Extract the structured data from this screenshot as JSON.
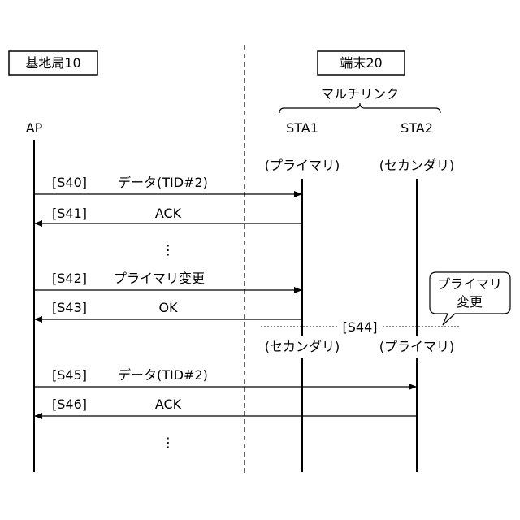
{
  "groups": {
    "base_station": "基地局10",
    "terminal": "端末20",
    "multilink": "マルチリンク"
  },
  "entities": {
    "ap": "AP",
    "sta1": "STA1",
    "sta2": "STA2"
  },
  "roles": {
    "sta1_before": "(プライマリ)",
    "sta2_before": "(セカンダリ)",
    "sta1_after": "(セカンダリ)",
    "sta2_after": "(プライマリ)"
  },
  "messages": [
    {
      "step": "[S40]",
      "label": "データ(TID#2)"
    },
    {
      "step": "[S41]",
      "label": "ACK"
    },
    {
      "step": "[S42]",
      "label": "プライマリ変更"
    },
    {
      "step": "[S43]",
      "label": "OK"
    },
    {
      "step": "[S45]",
      "label": "データ(TID#2)"
    },
    {
      "step": "[S46]",
      "label": "ACK"
    }
  ],
  "internal_step": "[S44]",
  "callout": {
    "line1": "プライマリ",
    "line2": "変更"
  },
  "ellipsis": "⋮"
}
